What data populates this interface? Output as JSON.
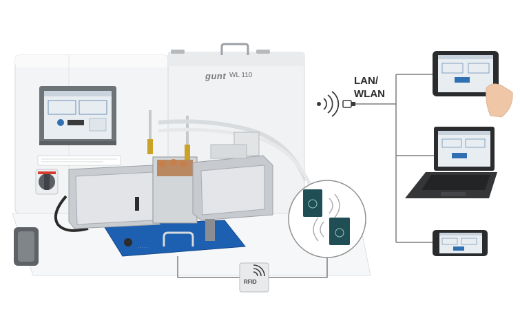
{
  "device": {
    "brand": "gunt",
    "model": "WL 110"
  },
  "network": {
    "label_line1": "LAN/",
    "label_line2": "WLAN"
  },
  "rfid": {
    "label": "RFID"
  },
  "icons": {
    "wireless": "wifi-signal-icon",
    "connector": "ethernet-plug-icon",
    "rfid": "rfid-tag-icon"
  },
  "colors": {
    "base_plate": "#1d5fb0",
    "frame": "#f2f3f4",
    "line": "#7d7d7d",
    "screen": "#e8edf2"
  }
}
